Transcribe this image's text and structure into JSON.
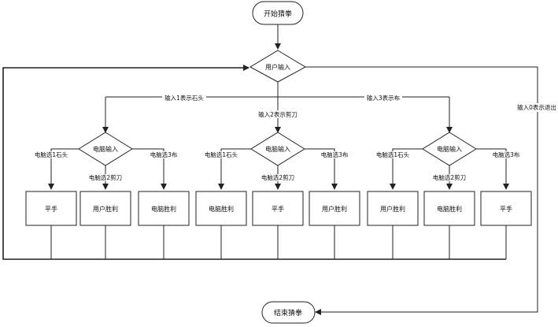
{
  "start": "开始猜拳",
  "end": "结束猜拳",
  "user_input": "用户输入",
  "branch_labels": {
    "left": "输入1表示石头",
    "middle": "输入2表示剪刀",
    "right": "输入3表示布",
    "exit": "输入0表示退出"
  },
  "computer_input": "电脑输入",
  "computer_choices": {
    "rock": "电脑选1石头",
    "scissors": "电脑选2剪刀",
    "cloth": "电脑选3布"
  },
  "results": {
    "left": [
      "平手",
      "用户胜利",
      "电脑胜利"
    ],
    "middle": [
      "电脑胜利",
      "平手",
      "用户胜利"
    ],
    "right": [
      "用户胜利",
      "电脑胜利",
      "平手"
    ]
  }
}
